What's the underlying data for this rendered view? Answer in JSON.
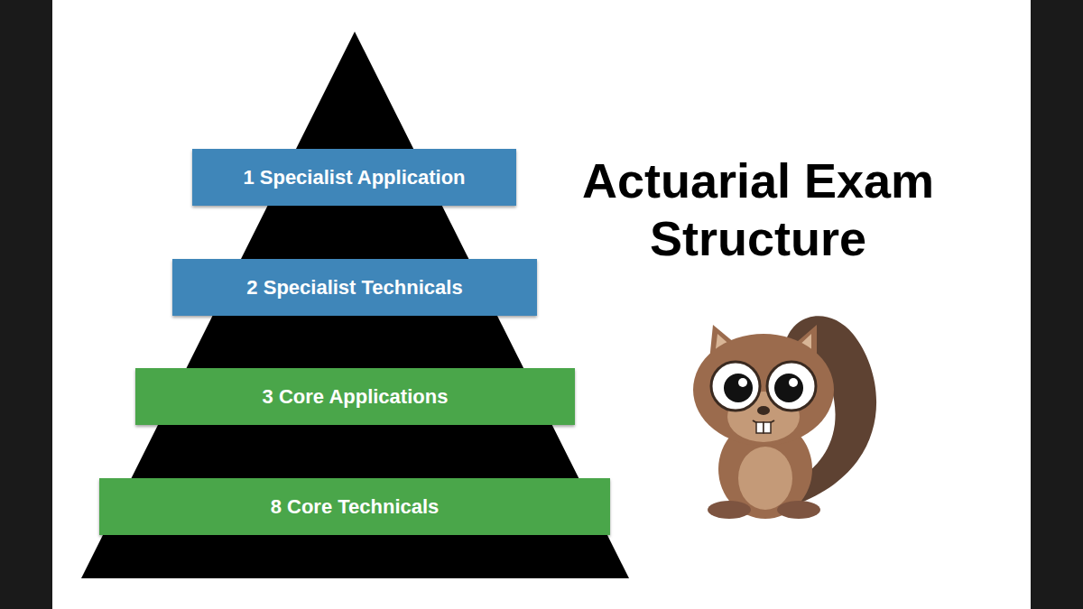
{
  "diagram": {
    "title": "Actuarial Exam Structure",
    "nodes": [
      {
        "text": [
          "1 Specialist Application"
        ]
      },
      {
        "text": [
          "2 Specialist Technicals"
        ]
      },
      {
        "text": [
          "3 Core Applications"
        ]
      },
      {
        "text": [
          "8 Core Technicals"
        ]
      }
    ]
  }
}
